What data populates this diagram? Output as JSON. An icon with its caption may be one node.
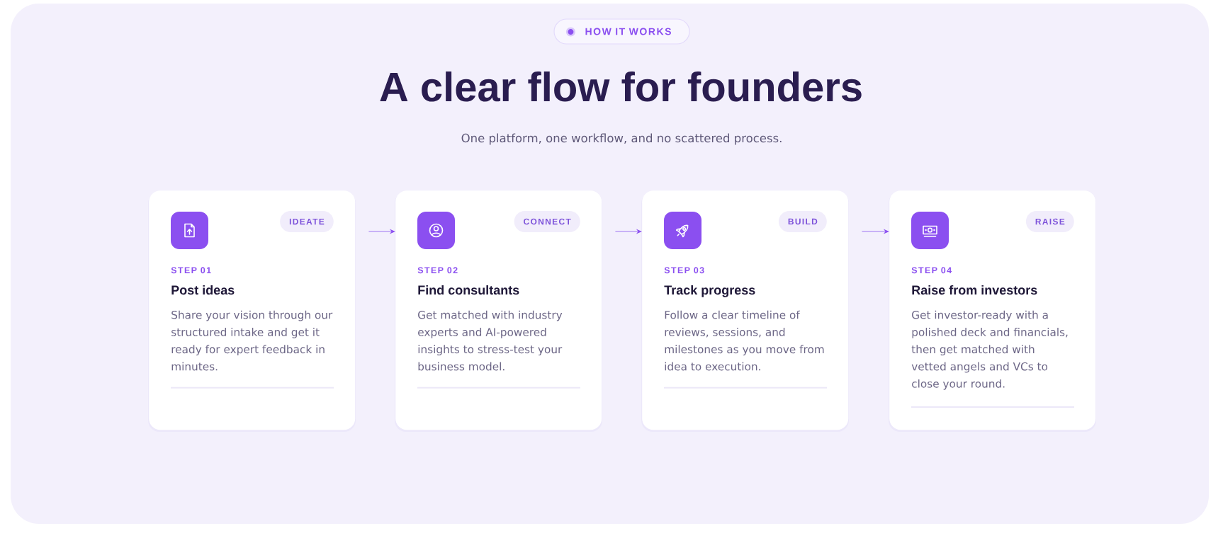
{
  "diagram": {
    "title": "A clear flow for founders",
    "nodes": [
      {
        "text": [
          "HOW IT WORKS"
        ]
      },
      {
        "text": [
          "STEP 01",
          "Post ideas",
          "Share your vision through our structured intake and get it ready for expert feedback in minutes."
        ]
      },
      {
        "text": [
          "IDEATE"
        ],
        "in": 1
      },
      {
        "text": [
          "STEP 02",
          "Find consultants",
          "Get matched with industry experts and AI-powered insights to stress-test your business model."
        ]
      },
      {
        "text": [
          "CONNECT"
        ],
        "in": 3
      },
      {
        "text": [
          "STEP 03",
          "Track progress",
          "Follow a clear timeline of reviews, sessions, and milestones as you move from idea to execution."
        ]
      },
      {
        "text": [
          "BUILD"
        ],
        "in": 5
      },
      {
        "text": [
          "STEP 04",
          "Raise from investors",
          "Get investor-ready with a polished deck and financials, then get matched with vetted angels and VCs to close your round."
        ]
      },
      {
        "text": [
          "RAISE"
        ],
        "in": 7
      }
    ],
    "edges": [
      {
        "from": 1,
        "to": 3,
        "arrow": "to"
      },
      {
        "from": 3,
        "to": 5,
        "arrow": "to"
      },
      {
        "from": 5,
        "to": 7,
        "arrow": "to"
      }
    ],
    "labels": [
      "One platform, one workflow, and no scattered process."
    ]
  }
}
